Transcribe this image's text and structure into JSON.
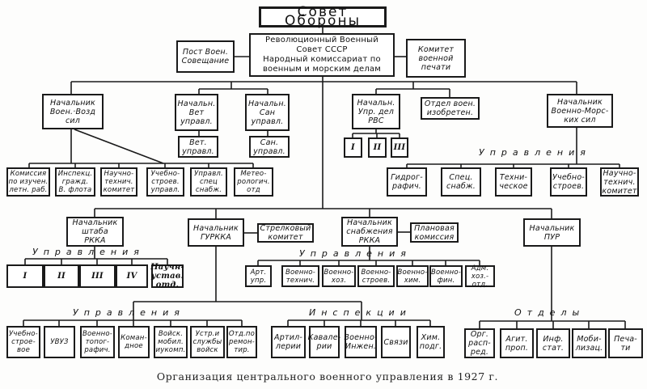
{
  "top": {
    "council": "Совет Обороны",
    "rvs": "Революционный Военный\nСовет СССР\nНародный комиссариат по\nвоенным и морским делам",
    "post": "Пост Воен.\nСовещание",
    "press": "Комитет\nвоенной\nпечати"
  },
  "level1": {
    "air": "Начальник\nВоен.·Возд\nсил",
    "vet": "Начальн.\nВет\nуправл.",
    "san": "Начальн.\nСан\nуправл.",
    "vet_sub": "Вет.\nуправл.",
    "san_sub": "Сан.\nуправл.",
    "affairs": "Начальн.\nУпр. дел\nРВС",
    "inventions": "Отдел воен.\nизобретен.",
    "navy": "Начальник\nВоенно-Морс-\nких сил",
    "affairs_sections": [
      "I",
      "II",
      "III"
    ],
    "air_units": [
      "Комиссия\nпо изучен.\nлетн. раб.",
      "Инспекц.\nгражд.\nВ. флота",
      "Научно-\nтехнич.\nкомитет",
      "Учебно-\nстроев.\nуправл.",
      "Управл.\nспец\nснабж.",
      "Метео-\nрологич.\nотд"
    ],
    "navy_label": "Управления",
    "navy_units": [
      "Гидрог-\nрафич.",
      "Спец.\nснабж.",
      "Техни-\nческое",
      "Учебно-\nстроев.",
      "Научно-\nтехнич.\nкомитет"
    ]
  },
  "level2": {
    "staff": "Начальник\nштаба\nРККА",
    "gurkka": "Начальник\nГУРККА",
    "rifle": "Стрелковый\nкомитет",
    "supply": "Начальник\nснабжения\nРККА",
    "planning": "Плановая\nкомиссия",
    "pur": "Начальник\nПУР",
    "staff_label": "Управления",
    "staff_units": [
      "I",
      "II",
      "III",
      "IV",
      "Научн-\nустав.\nотд."
    ],
    "supply_label": "Управления",
    "supply_units": [
      "Арт.\nупр.",
      "Военно-\nтехнич.",
      "Военно-\nхоз.",
      "Военно-\nстроев.",
      "Военно-\nхим.",
      "Военно-\nфин.",
      "Адм.\nхоз.-\nотд."
    ],
    "gurkka_label": "Управления",
    "gurkka_units": [
      "Учебно-\nстрое-\nвое",
      "УВУЗ",
      "Военно-\nтопог-\nрафич.",
      "Коман-\nдное",
      "Войск.\nмобил.\nиукомп.",
      "Устр.и\nслужбы\nвойск",
      "Отд.по\nремон-\nтир."
    ],
    "inspections_label": "Инспекции",
    "inspections": [
      "Артил-\nлерии",
      "Кавале-\nрии",
      "Военно-\nИнжен.",
      "Связи",
      "Хим.\nподг."
    ],
    "pur_label": "Отделы",
    "pur_units": [
      "Орг.\nрасп-\nред.",
      "Агит.\nпроп.",
      "Инф.\nстат.",
      "Моби-\nлизац.",
      "Печа-\nти"
    ]
  },
  "caption": "Организация центрального военного управления в 1927 г."
}
